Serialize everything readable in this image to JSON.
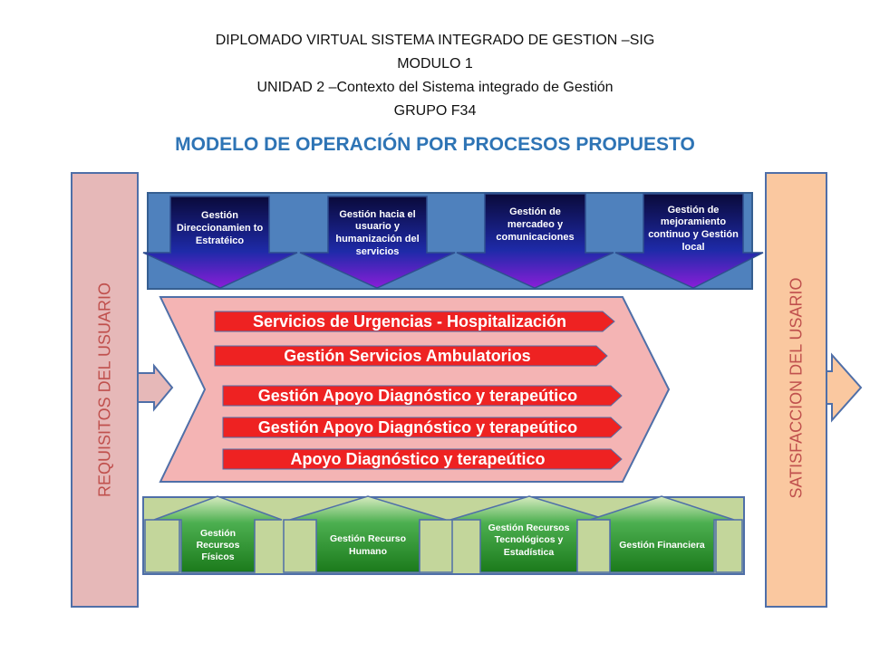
{
  "header": {
    "line1": "DIPLOMADO VIRTUAL SISTEMA INTEGRADO DE GESTION –SIG",
    "line2": "MODULO 1",
    "line3": "UNIDAD 2 –Contexto del Sistema integrado de Gestión",
    "line4": "GRUPO F34"
  },
  "title": "MODELO DE OPERACIÓN POR PROCESOS PROPUESTO",
  "left_bar": {
    "label": "REQUISITOS DEL USUARIO",
    "color": "#e6b8b8"
  },
  "right_bar": {
    "label": "SATISFACCION DEL USARIO",
    "color": "#fac8a0",
    "text_color": "#c0504d"
  },
  "strategic": [
    {
      "label": "Gestión Direccionamien to Estratéico"
    },
    {
      "label": "Gestión hacia el usuario y humanización del servicios"
    },
    {
      "label": "Gestión de mercadeo y comunicaciones"
    },
    {
      "label": "Gestión de mejoramiento continuo y Gestión local"
    }
  ],
  "missional": [
    {
      "label": "Servicios de Urgencias - Hospitalización"
    },
    {
      "label": "Gestión Servicios Ambulatorios"
    },
    {
      "label": "Gestión Apoyo Diagnóstico y terapeútico"
    },
    {
      "label": "Gestión Apoyo Diagnóstico y terapeútico"
    },
    {
      "label": "Apoyo Diagnóstico y terapeútico"
    }
  ],
  "support": [
    {
      "label": "Gestión Recursos Físicos"
    },
    {
      "label": "Gestión Recurso Humano"
    },
    {
      "label": "Gestión Recursos Tecnológicos y Estadística"
    },
    {
      "label": "Gestión Financiera"
    }
  ],
  "colors": {
    "title": "#2e74b5",
    "strategic_band": "#4f81bd",
    "missional_chevron": "#f4b4b4",
    "missional_pill": "#ee2222",
    "support_band": "#c3d69b",
    "support_arrow": "#2e8b2e"
  }
}
